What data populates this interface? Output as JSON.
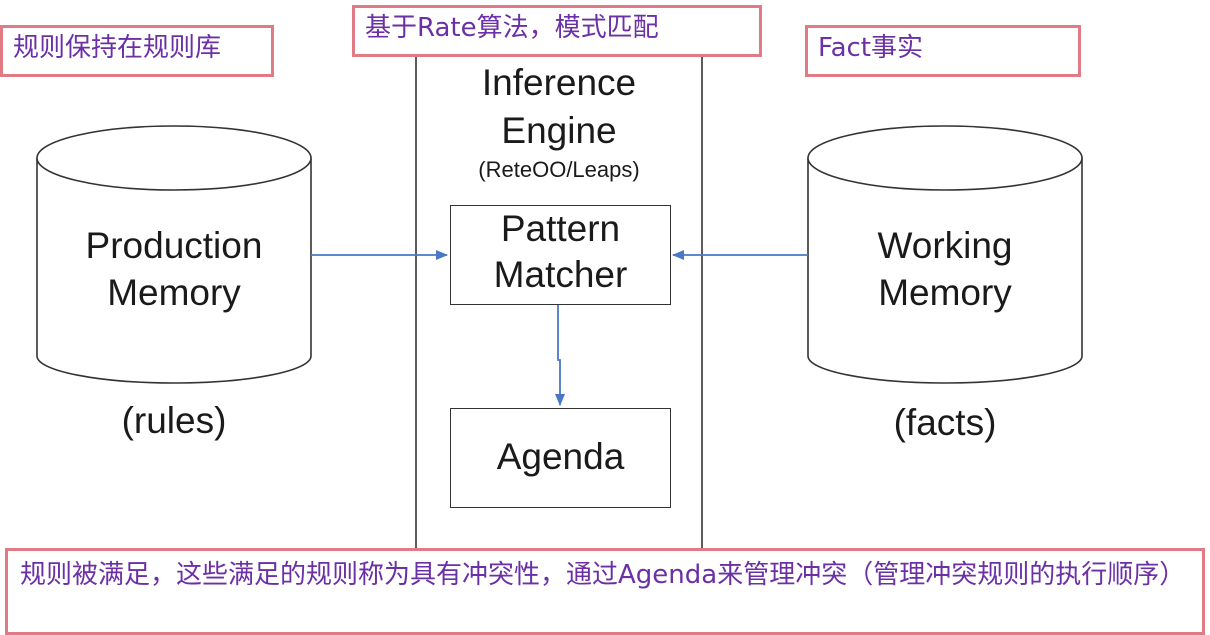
{
  "notes": {
    "rule_base": "规则保持在规则库",
    "algorithm": "基于Rate算法，模式匹配",
    "facts_note": "Fact事实",
    "agenda_note": "规则被满足，这些满足的规则称为具有冲突性，通过Agenda来管理冲突（管理冲突规则的执行顺序）"
  },
  "engine": {
    "title_line1": "Inference",
    "title_line2": "Engine",
    "subtitle": "(ReteOO/Leaps)",
    "matcher_line1": "Pattern",
    "matcher_line2": "Matcher",
    "agenda": "Agenda"
  },
  "production": {
    "line1": "Production",
    "line2": "Memory",
    "caption": "(rules)"
  },
  "working": {
    "line1": "Working",
    "line2": "Memory",
    "caption": "(facts)"
  },
  "colors": {
    "note_border": "#e07a84",
    "note_text": "#6b2fa6",
    "arrow": "#4a78c4",
    "outline": "#333333"
  }
}
